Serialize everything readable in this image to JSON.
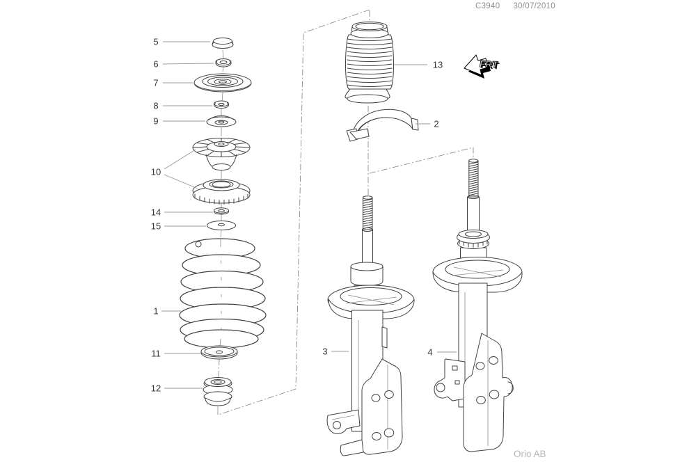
{
  "header": {
    "drawing_code": "C3940",
    "date": "30/07/2010"
  },
  "direction_indicator": {
    "label": "FRT"
  },
  "footer": {
    "company": "Orio AB"
  },
  "callouts": {
    "1": "1",
    "2": "2",
    "3": "3",
    "4": "4",
    "5": "5",
    "6": "6",
    "7": "7",
    "8": "8",
    "9": "9",
    "10": "10",
    "11": "11",
    "12": "12",
    "13": "13",
    "14": "14",
    "15": "15"
  }
}
